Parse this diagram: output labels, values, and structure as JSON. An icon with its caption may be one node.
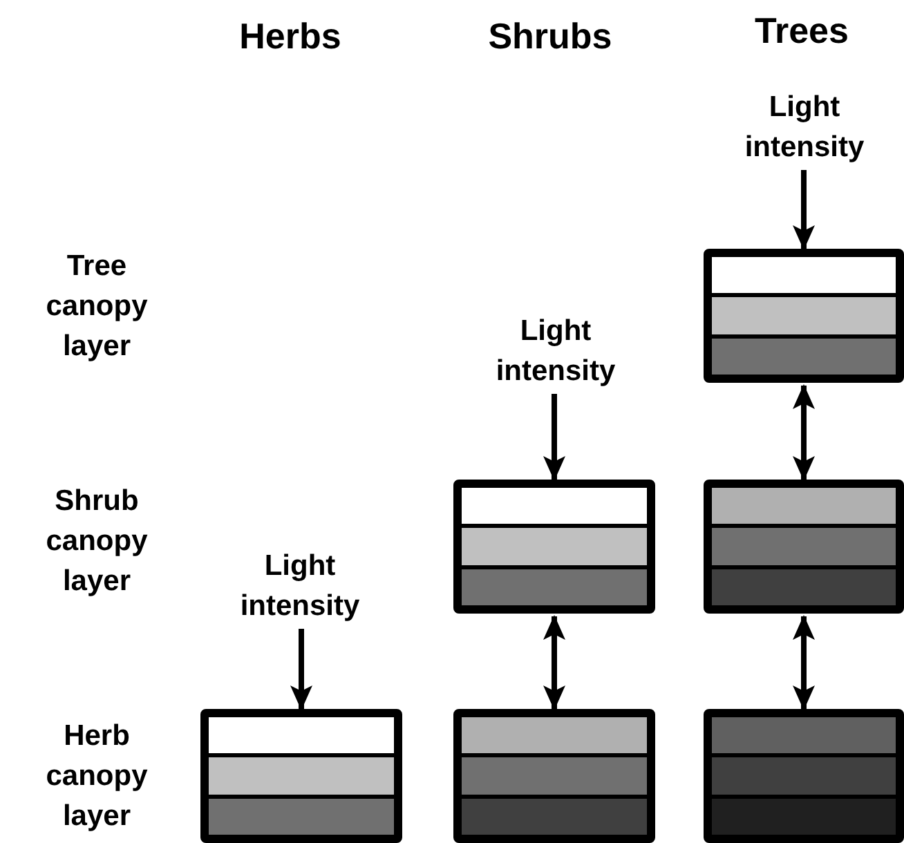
{
  "diagram": {
    "nodes": [
      {
        "text": [
          "Light intensity"
        ]
      },
      {
        "text": [],
        "shape": "box"
      },
      {
        "text": [
          "Light intensity"
        ]
      },
      {
        "text": [],
        "shape": "box"
      },
      {
        "text": [],
        "shape": "box"
      },
      {
        "text": [
          "Light intensity"
        ]
      },
      {
        "text": [],
        "shape": "box"
      },
      {
        "text": [],
        "shape": "box"
      },
      {
        "text": [],
        "shape": "box"
      }
    ],
    "edges": [
      {
        "from": 0,
        "to": 1,
        "arrow": "to"
      },
      {
        "from": 2,
        "to": 3,
        "arrow": "to"
      },
      {
        "from": 5,
        "to": 6,
        "arrow": "to"
      },
      {
        "from": 1,
        "to": 4,
        "arrow": "both"
      },
      {
        "from": 3,
        "to": 7,
        "arrow": "both"
      },
      {
        "from": 4,
        "to": 8,
        "arrow": "both"
      }
    ],
    "labels": [
      "Herbs",
      "Shrubs",
      "Trees",
      "Tree canopy layer",
      "Shrub canopy layer",
      "Herb canopy layer"
    ]
  }
}
